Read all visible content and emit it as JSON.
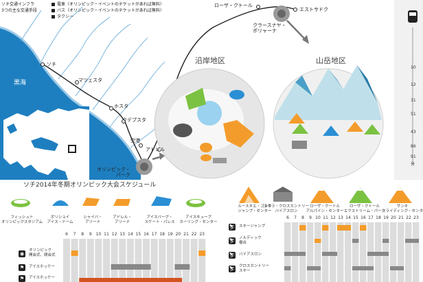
{
  "legend": {
    "title_line1": "ソチ交通インフラ",
    "title_line2": "3つの主な交通手段",
    "items": [
      "電車（オリンピック・イベントのチケットがあれば無料）",
      "バス（オリンピック・イベントのチケットがあれば無料）",
      "タクシー"
    ]
  },
  "map": {
    "sea_label": "黒海",
    "places": {
      "sochi": "ソチ",
      "matsesta": "マツェスタ",
      "khosta": "ホスタ",
      "kudepsta": "クデプスタ",
      "airport": "空港",
      "adler": "アドレル",
      "olympic_park": "オリンピック・\nパーク",
      "rosa_khutor": "ローザ・クトール",
      "estosadok": "エストサドク",
      "krasnaya_polyana": "クラースナヤ・\nポリャーナ"
    },
    "regions": {
      "coastal": "沿岸地区",
      "mountain": "山岳地区"
    },
    "colors": {
      "sea": "#1e7fc0",
      "land": "#ffffff",
      "orange": "#f39c2b",
      "green": "#7cc242",
      "blue": "#2a8fd4",
      "ice": "#bfe0ea"
    }
  },
  "right_panel": {
    "numbers": [
      "10",
      "12",
      "31",
      "51",
      "43",
      "86",
      "91"
    ],
    "unit": "分"
  },
  "schedule": {
    "title": "ソチ2014年冬期オリンピック大会スケジュール",
    "coastal_venues": [
      {
        "name": "フィッシュト\nオリンピックスタジアム",
        "icon": "stadium-icon"
      },
      {
        "name": "ボリショイ\nアイス・ドーム",
        "icon": "ice-dome-icon"
      },
      {
        "name": "シャイバ・\nアリーナ",
        "icon": "arena-icon"
      },
      {
        "name": "アドレル・\nアリーナ",
        "icon": "arena-icon"
      },
      {
        "name": "アイスバーグ・\nスケート・パレス",
        "icon": "skate-palace-icon"
      },
      {
        "name": "アイスキューブ\nカーリング・センター",
        "icon": "curling-icon"
      }
    ],
    "mountain_venues": [
      {
        "name": "ルースキエ・ゴルキ\nジャンプ・センター",
        "icon": "jump-icon"
      },
      {
        "name": "ラウラ・クロスカントリー\nバイアスロン",
        "icon": "biathlon-icon"
      },
      {
        "name": "ローザ・クートル\nアルパイン・センター",
        "icon": "alpine-icon"
      },
      {
        "name": "ローザ・クトール\nエクストリーム・パーク",
        "icon": "extreme-icon"
      },
      {
        "name": "サンキ\nスライディング・センター",
        "icon": "sliding-icon"
      }
    ],
    "days_left": [
      "6",
      "7",
      "8",
      "9",
      "10",
      "11",
      "12",
      "13",
      "14",
      "15",
      "16",
      "17",
      "18",
      "19",
      "20",
      "21",
      "22",
      "23"
    ],
    "days_right": [
      "6",
      "7",
      "8",
      "9",
      "10",
      "11",
      "12",
      "13",
      "14",
      "15",
      "16",
      "17",
      "18",
      "19",
      "20",
      "21",
      "22",
      "23"
    ],
    "left_events": [
      {
        "name": "オリンピック\n開会式、閉会式",
        "icon": "ceremony-icon"
      },
      {
        "name": "アイスホッケー",
        "icon": "hockey-icon"
      },
      {
        "name": "アイスホッケー",
        "icon": "hockey-icon"
      }
    ],
    "right_events": [
      {
        "name": "スキージャンプ",
        "icon": "ski-jump-icon"
      },
      {
        "name": "ノルディック\n複合",
        "icon": "nordic-icon"
      },
      {
        "name": "バイアスロン",
        "icon": "biathlon-event-icon"
      },
      {
        "name": "クロスカントリー\nスキー",
        "icon": "cross-country-icon"
      }
    ]
  }
}
